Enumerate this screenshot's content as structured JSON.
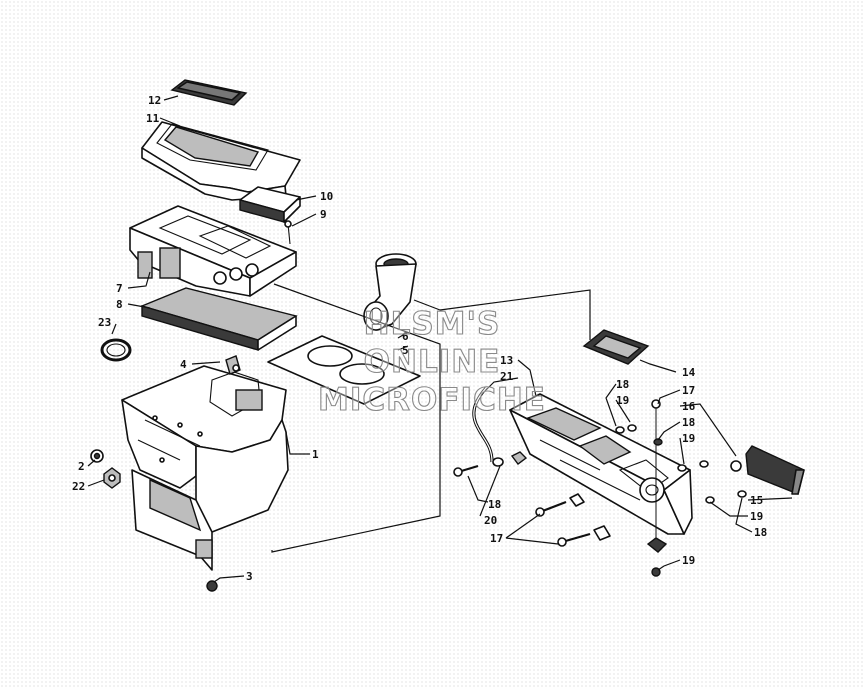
{
  "callouts": {
    "c1": "1",
    "c2": "2",
    "c3": "3",
    "c4": "4",
    "c5": "5",
    "c6": "6",
    "c7": "7",
    "c8": "8",
    "c9": "9",
    "c10": "10",
    "c11": "11",
    "c12": "12",
    "c13": "13",
    "c14": "14",
    "c15": "15",
    "c16": "16",
    "c17a": "17",
    "c17b": "17",
    "c18a": "18",
    "c18b": "18",
    "c18c": "18",
    "c18d": "18",
    "c19a": "19",
    "c19b": "19",
    "c19c": "19",
    "c19d": "19",
    "c20": "20",
    "c21": "21",
    "c22": "22",
    "c23": "23"
  },
  "watermark": {
    "line1": "HLSM'S",
    "line2": "ONLINE",
    "line3": "MICROFICHE"
  }
}
